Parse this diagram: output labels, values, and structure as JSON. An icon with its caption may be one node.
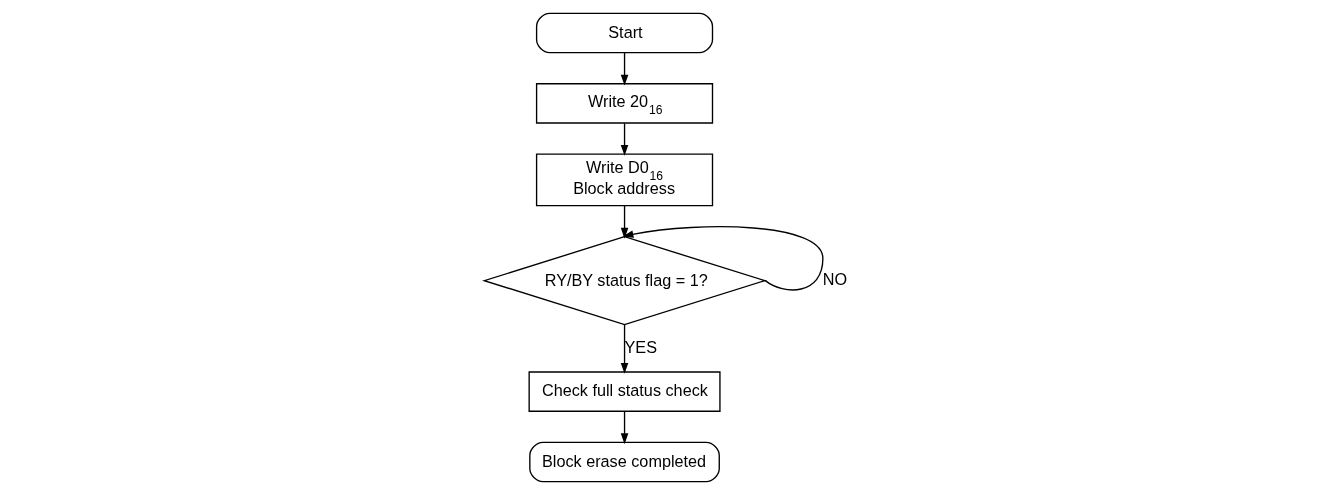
{
  "diagram": {
    "nodes": [
      {
        "text": [
          "Start"
        ]
      },
      {
        "text": [
          "Write 20$_{16}$"
        ]
      },
      {
        "text": [
          "Write D0$_{16}$",
          "Block address"
        ]
      },
      {
        "text": [
          "RY/BY status flag = 1?"
        ]
      },
      {
        "text": [
          "Check full status check"
        ]
      },
      {
        "text": [
          "Block erase completed"
        ]
      }
    ],
    "edges": [
      {
        "from": 0,
        "to": 1,
        "arrow": "to"
      },
      {
        "from": 1,
        "to": 2,
        "arrow": "to"
      },
      {
        "from": 2,
        "to": 3,
        "arrow": "to"
      },
      {
        "from": 3,
        "to": 3,
        "arrow": "to",
        "label": "NO"
      },
      {
        "from": 3,
        "to": 4,
        "arrow": "to",
        "label": "YES"
      },
      {
        "from": 4,
        "to": 5,
        "arrow": "to"
      }
    ]
  }
}
